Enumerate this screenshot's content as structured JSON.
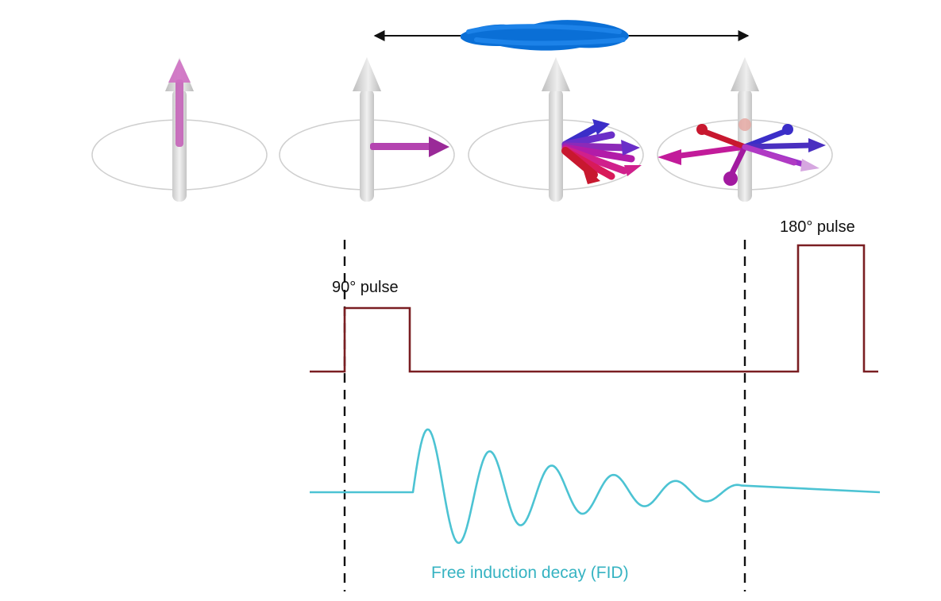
{
  "labels": {
    "pulse90": "90° pulse",
    "pulse180": "180° pulse",
    "fid": "Free induction decay (FID)"
  },
  "colors": {
    "pulse_line": "#7a1e22",
    "fid_line": "#4cc3d3",
    "fid_text": "#36b3c2",
    "dashed": "#111111",
    "redaction": "#0a6fd6",
    "axis_body": "#d9d9d9",
    "vector_pink": "#c25ab5",
    "vector_red": "#c8182f",
    "vector_blue": "#3b2ec8",
    "vector_magenta": "#b21ca8"
  },
  "icons": {
    "spins": [
      "spin-aligned-icon",
      "spin-tipped-icon",
      "spin-dephasing-icon",
      "spin-dephased-icon"
    ]
  }
}
